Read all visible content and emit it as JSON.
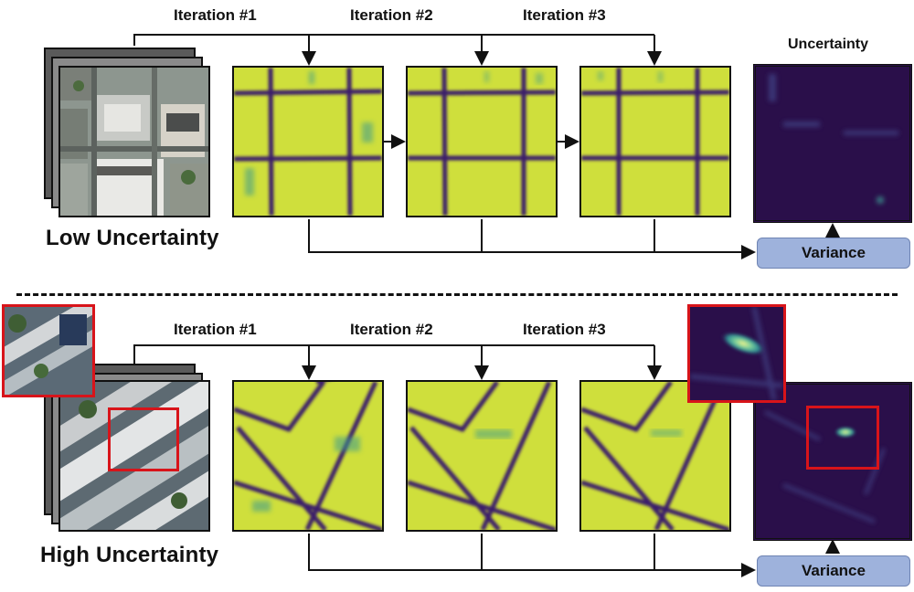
{
  "top": {
    "row_label": "Low Uncertainty",
    "iterations": [
      "Iteration #1",
      "Iteration #2",
      "Iteration #3"
    ],
    "uncertainty_title": "Uncertainty",
    "variance_label": "Variance"
  },
  "bottom": {
    "row_label": "High Uncertainty",
    "iterations": [
      "Iteration #1",
      "Iteration #2",
      "Iteration #3"
    ],
    "variance_label": "Variance"
  },
  "colors": {
    "map_fill": "#cfdf3c",
    "road_line": "#3b1f6a",
    "uncertainty_bg": "#2a0f4a",
    "highlight_box": "#d8141a",
    "variance_fill": "#9eb2dc"
  }
}
